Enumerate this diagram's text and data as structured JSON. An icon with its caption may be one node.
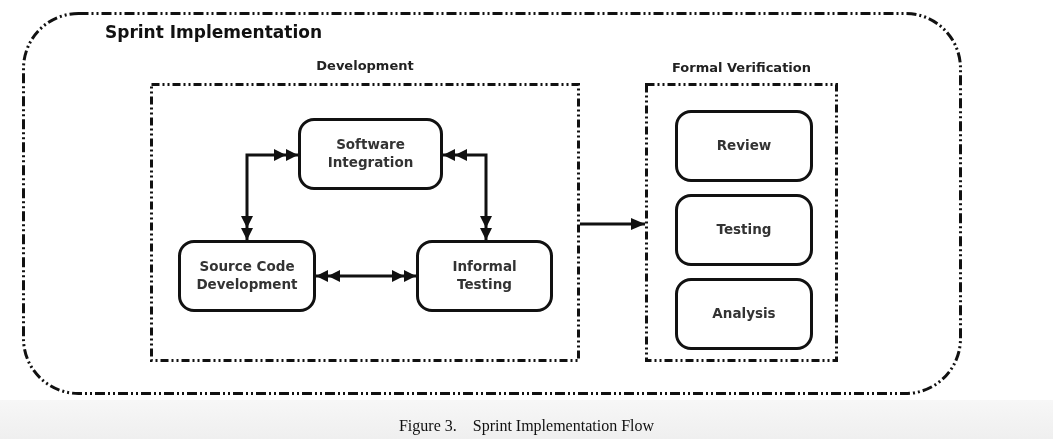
{
  "diagram": {
    "caption": "Figure 3.    Sprint Implementation Flow",
    "nodes": [
      {
        "text": [
          "Sprint Implementation"
        ]
      },
      {
        "text": [
          "Development"
        ],
        "in": 0
      },
      {
        "text": [
          "Software Integration"
        ],
        "in": 1
      },
      {
        "text": [
          "Source Code Development"
        ],
        "in": 1
      },
      {
        "text": [
          "Informal Testing"
        ],
        "in": 1
      },
      {
        "text": [
          "Formal Verification"
        ],
        "in": 0
      },
      {
        "text": [
          "Review"
        ],
        "in": 5
      },
      {
        "text": [
          "Testing"
        ],
        "in": 5
      },
      {
        "text": [
          "Analysis"
        ],
        "in": 5
      }
    ],
    "edges": [
      {
        "from": 3,
        "to": 2,
        "arrow": "both"
      },
      {
        "from": 2,
        "to": 4,
        "arrow": "both"
      },
      {
        "from": 3,
        "to": 4,
        "arrow": "both"
      },
      {
        "from": 1,
        "to": 5,
        "arrow": "to"
      }
    ]
  }
}
